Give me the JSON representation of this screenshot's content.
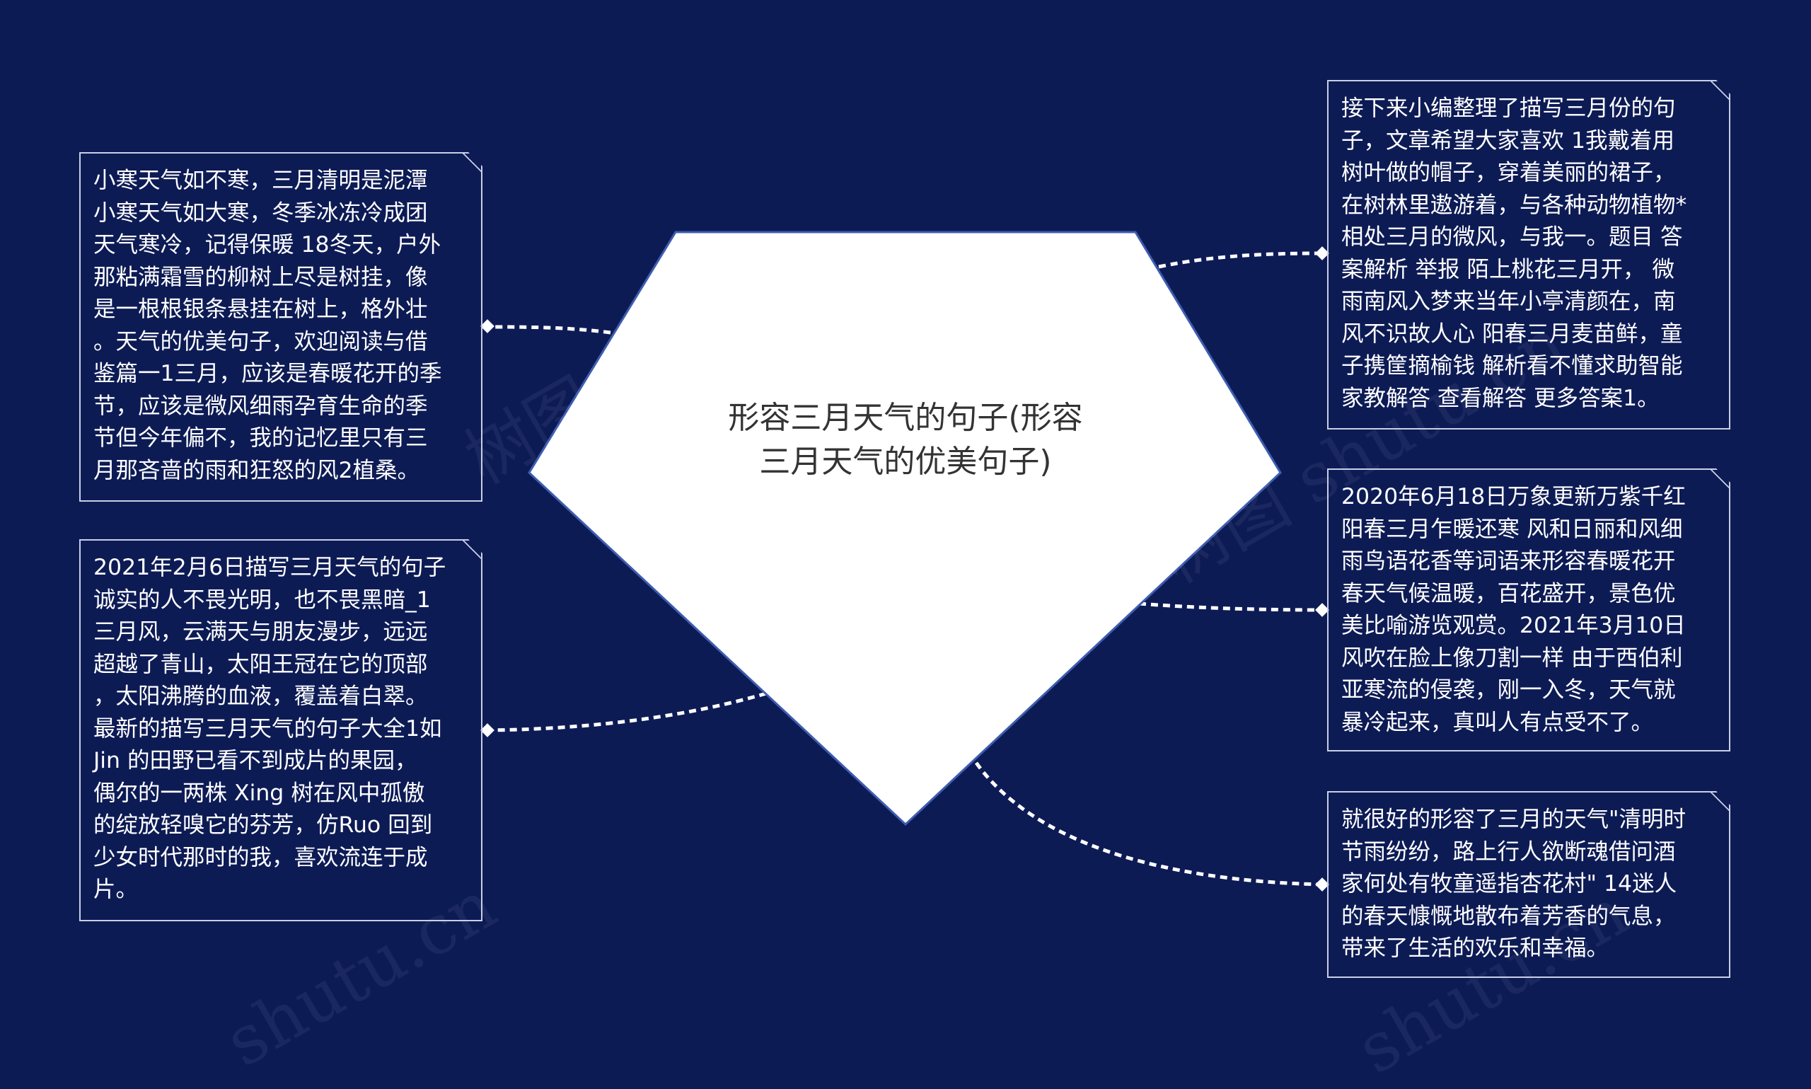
{
  "center": {
    "title": "形容三月天气的句子(形容\n三月天气的优美句子)"
  },
  "nodes": {
    "left_top": "小寒天气如不寒，三月清明是泥潭\n小寒天气如大寒，冬季冰冻冷成团\n天气寒冷，记得保暖 18冬天，户外\n那粘满霜雪的柳树上尽是树挂，像\n是一根根银条悬挂在树上，格外壮\n。天气的优美句子，欢迎阅读与借\n鉴篇一1三月，应该是春暖花开的季\n节，应该是微风细雨孕育生命的季\n节但今年偏不，我的记忆里只有三\n月那吝啬的雨和狂怒的风2植桑。",
    "left_bottom": "2021年2月6日描写三月天气的句子\n 诚实的人不畏光明，也不畏黑暗_1\n三月风，云满天与朋友漫步，远远\n超越了青山，太阳王冠在它的顶部\n，太阳沸腾的血液，覆盖着白翠。\n最新的描写三月天气的句子大全1如\nJin 的田野已看不到成片的果园，\n偶尔的一两株 Xing 树在风中孤傲\n的绽放轻嗅它的芬芳，仿Ruo 回到\n少女时代那时的我，喜欢流连于成\n片。",
    "right_top": "接下来小编整理了描写三月份的句\n子，文章希望大家喜欢 1我戴着用\n树叶做的帽子，穿着美丽的裙子，\n在树林里遨游着，与各种动物植物*\n相处三月的微风，与我一。题目 答\n案解析 举报 陌上桃花三月开， 微\n雨南风入梦来当年小亭清颜在，南\n风不识故人心 阳春三月麦苗鲜，童\n子携筐摘榆钱 解析看不懂求助智能\n家教解答 查看解答 更多答案1。",
    "right_middle": "2020年6月18日万象更新万紫千红\n阳春三月乍暖还寒 风和日丽和风细\n雨鸟语花香等词语来形容春暖花开\n春天气候温暖，百花盛开，景色优\n美比喻游览观赏。2021年3月10日\n风吹在脸上像刀割一样 由于西伯利\n亚寒流的侵袭，刚一入冬，天气就\n暴冷起来，真叫人有点受不了。",
    "right_bottom": "就很好的形容了三月的天气\"清明时\n节雨纷纷，路上行人欲断魂借问酒\n家何处有牧童遥指杏花村\" 14迷人\n的春天慷慨地散布着芳香的气息，\n带来了生活的欢乐和幸福。"
  },
  "colors": {
    "background": "#0d1b55",
    "center_fill": "#ffffff",
    "center_stroke": "#3e5db0",
    "node_border": "#c9cfe6",
    "connector": "#ffffff"
  }
}
